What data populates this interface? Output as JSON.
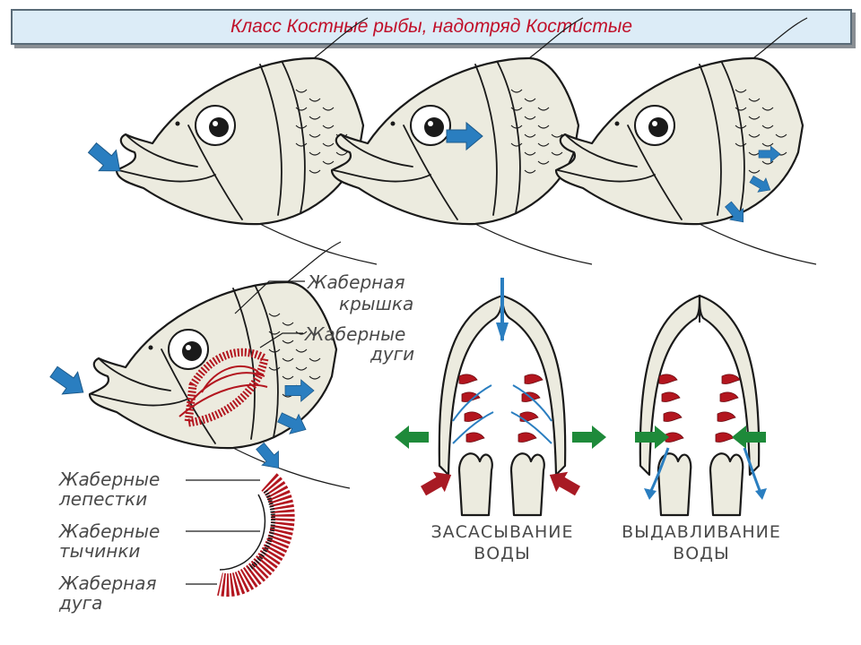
{
  "title": "Класс Костные рыбы, надотряд Костистые",
  "labels": {
    "operculum_1": "Жаберная",
    "operculum_2": "крышка",
    "arches_1": "Жаберные",
    "arches_2": "дуги",
    "filaments_1": "Жаберные",
    "filaments_2": "лепестки",
    "rakers_1": "Жаберные",
    "rakers_2": "тычинки",
    "arch_1": "Жаберная",
    "arch_2": "дуга"
  },
  "captions": {
    "suction_1": "ЗАСАСЫВАНИЕ",
    "suction_2": "ВОДЫ",
    "expulsion_1": "ВЫДАВЛИВАНИЕ",
    "expulsion_2": "ВОДЫ"
  },
  "colors": {
    "title_text": "#c0102a",
    "title_bg": "#dcecf7",
    "arrow_blue": "#2a7ec0",
    "arrow_green": "#1e8a3a",
    "arrow_red": "#a81a24",
    "gill_red": "#b3161f",
    "fish_fill": "#ecebdf"
  }
}
